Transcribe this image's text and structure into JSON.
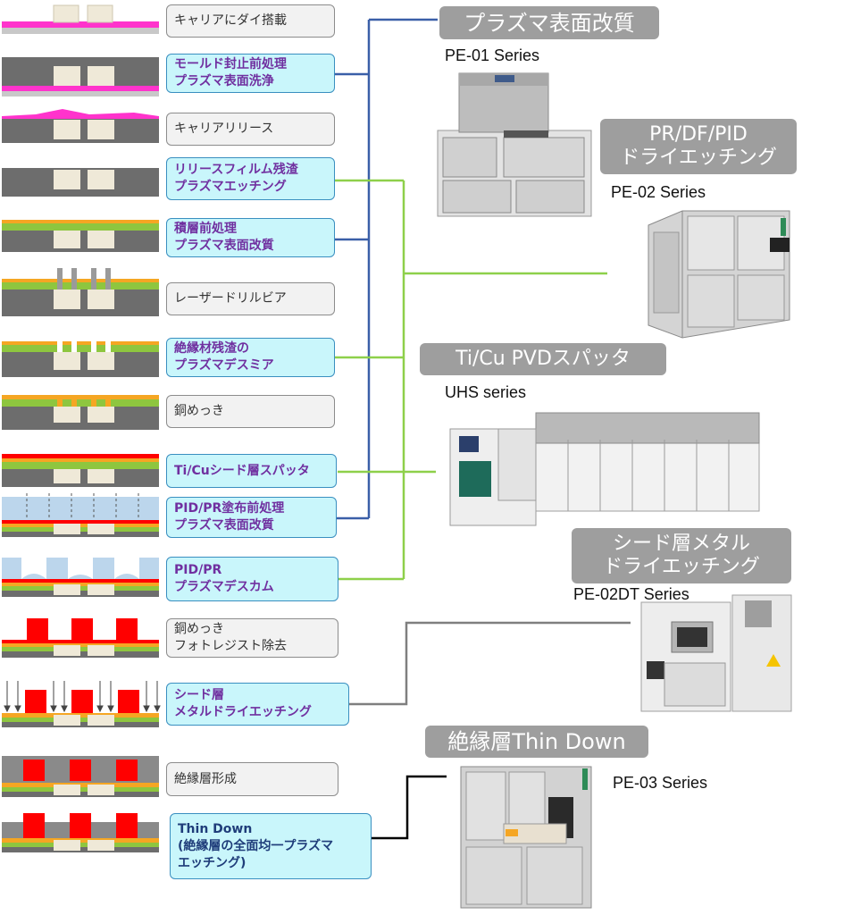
{
  "colors": {
    "blue_line": "#3a5fa8",
    "green_line": "#8ed04a",
    "gray_line": "#7f7f7f",
    "black_line": "#000000",
    "magenta": "#ff33cc",
    "chip": "#efe9d8",
    "mold": "#6d6d6d",
    "green_layer": "#8ec63f",
    "orange_layer": "#f5a623",
    "red": "#ff0000",
    "pr_blue": "#bcd6ec",
    "banner_gray": "#9e9e9e"
  },
  "steps": [
    {
      "id": "s1",
      "lines": [
        "キャリアにダイ搭載"
      ],
      "style": "plain"
    },
    {
      "id": "s2",
      "lines": [
        "モールド封止前処理",
        "プラズマ表面洗浄"
      ],
      "style": "plasma"
    },
    {
      "id": "s3",
      "lines": [
        "キャリアリリース"
      ],
      "style": "plain"
    },
    {
      "id": "s4",
      "lines": [
        "リリースフィルム残渣",
        "プラズマエッチング"
      ],
      "style": "plasma"
    },
    {
      "id": "s5",
      "lines": [
        "積層前処理",
        "プラズマ表面改質"
      ],
      "style": "plasma"
    },
    {
      "id": "s6",
      "lines": [
        "レーザードリルビア"
      ],
      "style": "plain"
    },
    {
      "id": "s7",
      "lines": [
        "絶縁材残渣の",
        "プラズマデスミア"
      ],
      "style": "plasma"
    },
    {
      "id": "s8",
      "lines": [
        "銅めっき"
      ],
      "style": "plain"
    },
    {
      "id": "s9",
      "lines": [
        "Ti/Cuシード層スパッタ"
      ],
      "style": "plasma"
    },
    {
      "id": "s10",
      "lines": [
        "PID/PR塗布前処理",
        "プラズマ表面改質"
      ],
      "style": "plasma"
    },
    {
      "id": "s11",
      "lines": [
        "PID/PR",
        "プラズマデスカム"
      ],
      "style": "plasma"
    },
    {
      "id": "s12",
      "lines": [
        "銅めっき",
        "フォトレジスト除去"
      ],
      "style": "plain"
    },
    {
      "id": "s13",
      "lines": [
        "シード層",
        "メタルドライエッチング"
      ],
      "style": "plasma"
    },
    {
      "id": "s14",
      "lines": [
        "絶縁層形成"
      ],
      "style": "plain"
    },
    {
      "id": "s15",
      "lines": [
        "Thin Down",
        "(絶縁層の全面均一プラズマ",
        "エッチング)"
      ],
      "style": "plasma thin"
    }
  ],
  "equipment": [
    {
      "id": "e1",
      "category_lines": [
        "プラズマ表面改質"
      ],
      "series": "PE-01 Series",
      "machine": "plasma-cleaner-machine"
    },
    {
      "id": "e2",
      "category_lines": [
        "PR/DF/PID",
        "ドライエッチング"
      ],
      "series": "PE-02 Series",
      "machine": "dry-etcher-machine"
    },
    {
      "id": "e3",
      "category_lines": [
        "Ti/Cu PVDスパッタ"
      ],
      "series": "UHS series",
      "machine": "pvd-sputter-line"
    },
    {
      "id": "e4",
      "category_lines": [
        "シード層メタル",
        "ドライエッチング"
      ],
      "series": "PE-02DT Series",
      "machine": "metal-etcher-machine"
    },
    {
      "id": "e5",
      "category_lines": [
        "絶縁層Thin Down"
      ],
      "series": "PE-03 Series",
      "machine": "thin-down-machine"
    }
  ]
}
